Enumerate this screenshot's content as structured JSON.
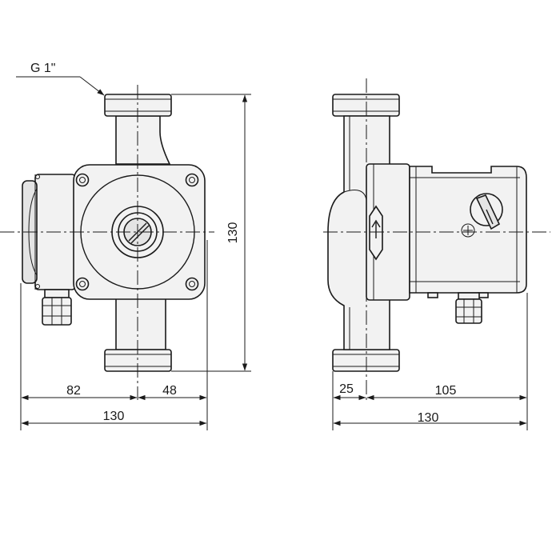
{
  "labels": {
    "thread": "G 1\"",
    "front_width_left": "82",
    "front_width_right": "48",
    "front_total_width": "130",
    "height": "130",
    "side_offset": "25",
    "side_body_depth": "105",
    "side_total_width": "130"
  },
  "colors": {
    "line": "#1a1a1a",
    "fill": "#f2f2f2",
    "fill_dark": "#e4e4e4",
    "background": "#ffffff"
  },
  "icons": {
    "flow_arrow": "flow-direction-arrow-icon",
    "speed_knob": "speed-selector-knob-icon"
  }
}
